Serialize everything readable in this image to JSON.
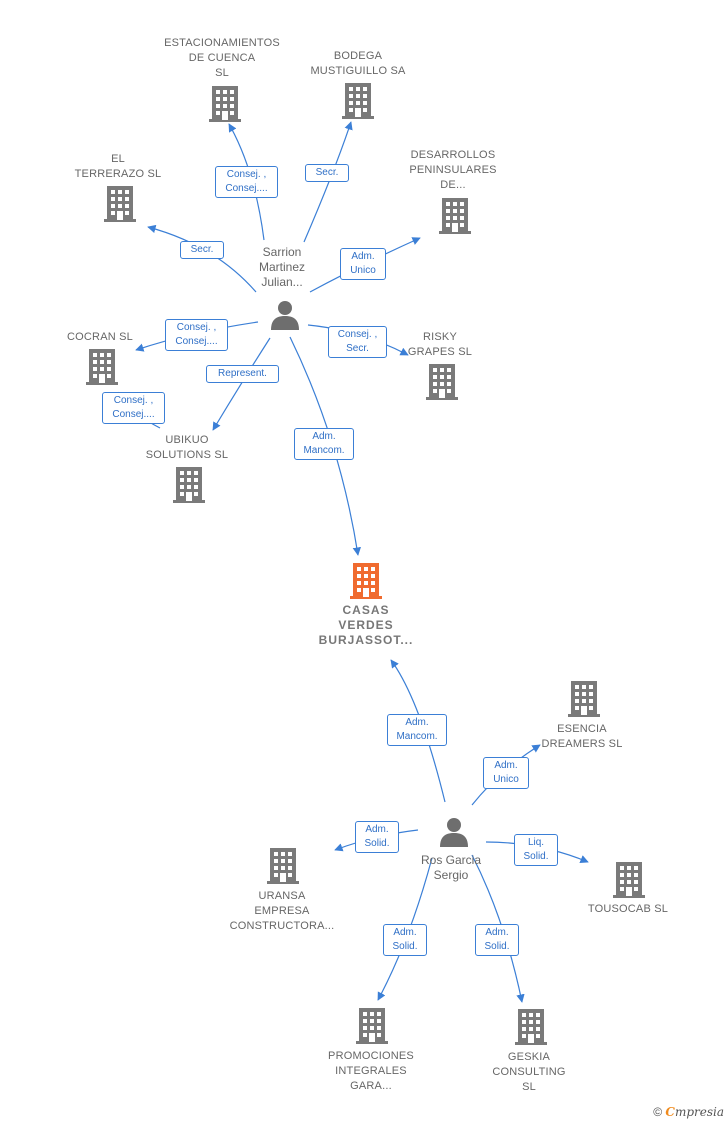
{
  "colors": {
    "edge": "#3b7fd6",
    "building": "#7a7a7a",
    "focus": "#f06b2f",
    "person": "#6e6e6e"
  },
  "nodes": {
    "estacionamientos": "ESTACIONAMIENTOS\nDE CUENCA\nSL",
    "bodega": "BODEGA\nMUSTIGUILLO SA",
    "el_terrerazo": "EL\nTERRERAZO SL",
    "desarrollos": "DESARROLLOS\nPENINSULARES\nDE...",
    "cocran": "COCRAN SL",
    "risky": "RISKY\nGRAPES SL",
    "ubikuo": "UBIKUO\nSOLUTIONS SL",
    "casas": "CASAS\nVERDES\nBURJASSOT...",
    "esencia": "ESENCIA\nDREAMERS SL",
    "uransa": "URANSA\nEMPRESA\nCONSTRUCTORA...",
    "tousocab": "TOUSOCAB SL",
    "promociones": "PROMOCIONES\nINTEGRALES\nGARA...",
    "geskia": "GESKIA\nCONSULTING\nSL"
  },
  "persons": {
    "sarrion": "Sarrion\nMartinez\nJulian...",
    "ros": "Ros Garcia\nSergio"
  },
  "edges": {
    "e_estac": "Consej. ,\nConsej....",
    "e_bodega": "Secr.",
    "e_terrerazo": "Secr.",
    "e_desarrollos": "Adm.\nUnico",
    "e_cocran1": "Consej. ,\nConsej....",
    "e_cocran2": "Consej. ,\nConsej....",
    "e_risky": "Consej. ,\nSecr.",
    "e_ubikuo": "Represent.",
    "e_casas_top": "Adm.\nMancom.",
    "e_casas_bottom": "Adm.\nMancom.",
    "e_esencia": "Adm.\nUnico",
    "e_uransa": "Adm.\nSolid.",
    "e_tousocab": "Liq.\nSolid.",
    "e_promociones": "Adm.\nSolid.",
    "e_geskia": "Adm.\nSolid."
  },
  "footer": {
    "copyright": "©",
    "brand_first": "C",
    "brand_rest": "mpresia"
  }
}
